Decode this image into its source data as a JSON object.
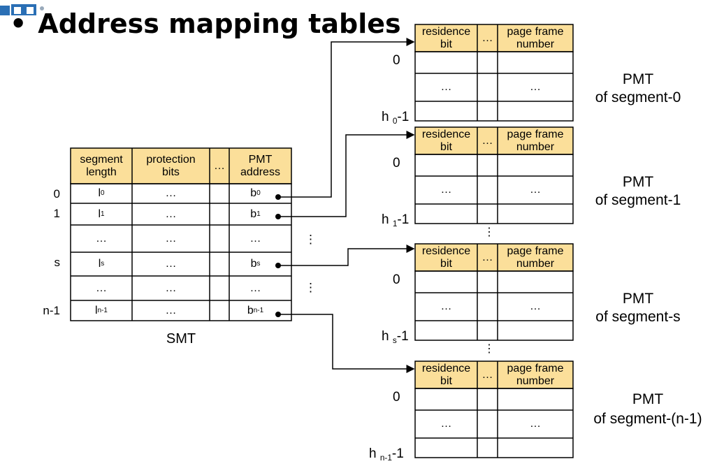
{
  "title": "Address mapping tables",
  "bullet": "•",
  "smt": {
    "headers": [
      "segment\nlength",
      "protection\nbits",
      "…",
      "PMT\naddress"
    ],
    "row_labels": [
      "0",
      "1",
      "",
      "s",
      "",
      "n-1"
    ],
    "col_length": [
      {
        "b": "l",
        "s": "0"
      },
      {
        "b": "l",
        "s": "1"
      },
      {
        "b": "…",
        "s": ""
      },
      {
        "b": "l",
        "s": "s"
      },
      {
        "b": "…",
        "s": ""
      },
      {
        "b": "l",
        "s": "n-1"
      }
    ],
    "col_prot": [
      "…",
      "…",
      "…",
      "…",
      "…",
      "…"
    ],
    "col_pmt": [
      {
        "b": "b",
        "s": "0"
      },
      {
        "b": "b",
        "s": "1"
      },
      {
        "b": "…",
        "s": ""
      },
      {
        "b": "b",
        "s": "s"
      },
      {
        "b": "…",
        "s": ""
      },
      {
        "b": "b",
        "s": "n-1"
      }
    ],
    "side_dots": "⋮",
    "caption": "SMT"
  },
  "pmt": {
    "headers": [
      "residence\nbit",
      "…",
      "page frame\nnumber"
    ],
    "cell_dots": "…",
    "first_label": "0",
    "vdots": "⋮",
    "tables": [
      {
        "last": {
          "b": "h",
          "s": "0",
          "t": "-1"
        },
        "cap1": "PMT",
        "cap2": "of segment-0"
      },
      {
        "last": {
          "b": "h",
          "s": "1",
          "t": "-1"
        },
        "cap1": "PMT",
        "cap2": "of segment-1"
      },
      {
        "last": {
          "b": "h",
          "s": "s",
          "t": "-1"
        },
        "cap1": "PMT",
        "cap2": "of segment-s"
      },
      {
        "last": {
          "b": "h",
          "s": "n-1",
          "t": "-1"
        },
        "cap1": "PMT",
        "cap2": "of segment-(n-1)"
      }
    ]
  },
  "colors": {
    "header_fill": "#fbdf9a",
    "line": "#000000"
  }
}
